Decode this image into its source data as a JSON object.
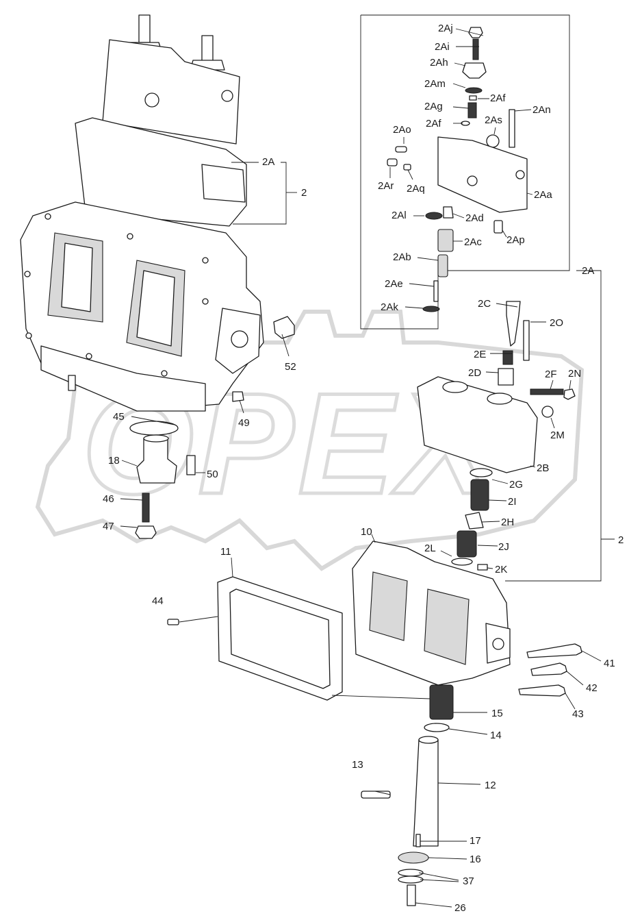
{
  "diagram": {
    "watermark": "OPEX",
    "labels": [
      {
        "id": "2Aj",
        "text": "2Aj"
      },
      {
        "id": "2Ai",
        "text": "2Ai"
      },
      {
        "id": "2Ah",
        "text": "2Ah"
      },
      {
        "id": "2Am",
        "text": "2Am"
      },
      {
        "id": "2Af_top",
        "text": "2Af"
      },
      {
        "id": "2Ag",
        "text": "2Ag"
      },
      {
        "id": "2An",
        "text": "2An"
      },
      {
        "id": "2Af",
        "text": "2Af"
      },
      {
        "id": "2As",
        "text": "2As"
      },
      {
        "id": "2Ao",
        "text": "2Ao"
      },
      {
        "id": "2Ar",
        "text": "2Ar"
      },
      {
        "id": "2Aq",
        "text": "2Aq"
      },
      {
        "id": "2Aa",
        "text": "2Aa"
      },
      {
        "id": "2Al",
        "text": "2Al"
      },
      {
        "id": "2Ad",
        "text": "2Ad"
      },
      {
        "id": "2Ap",
        "text": "2Ap"
      },
      {
        "id": "2Ac",
        "text": "2Ac"
      },
      {
        "id": "2Ab",
        "text": "2Ab"
      },
      {
        "id": "2Ae",
        "text": "2Ae"
      },
      {
        "id": "2Ak",
        "text": "2Ak"
      },
      {
        "id": "2A_right",
        "text": "2A"
      },
      {
        "id": "2A_left",
        "text": "2A"
      },
      {
        "id": "2_left",
        "text": "2"
      },
      {
        "id": "2C",
        "text": "2C"
      },
      {
        "id": "2O",
        "text": "2O"
      },
      {
        "id": "2E",
        "text": "2E"
      },
      {
        "id": "2D",
        "text": "2D"
      },
      {
        "id": "2F",
        "text": "2F"
      },
      {
        "id": "2N",
        "text": "2N"
      },
      {
        "id": "2M",
        "text": "2M"
      },
      {
        "id": "2B",
        "text": "2B"
      },
      {
        "id": "2G",
        "text": "2G"
      },
      {
        "id": "2I",
        "text": "2I"
      },
      {
        "id": "2H",
        "text": "2H"
      },
      {
        "id": "2J",
        "text": "2J"
      },
      {
        "id": "2L",
        "text": "2L"
      },
      {
        "id": "2K",
        "text": "2K"
      },
      {
        "id": "2_right",
        "text": "2"
      },
      {
        "id": "10",
        "text": "10"
      },
      {
        "id": "11",
        "text": "11"
      },
      {
        "id": "44",
        "text": "44"
      },
      {
        "id": "52",
        "text": "52"
      },
      {
        "id": "45",
        "text": "45"
      },
      {
        "id": "49",
        "text": "49"
      },
      {
        "id": "18",
        "text": "18"
      },
      {
        "id": "50",
        "text": "50"
      },
      {
        "id": "46",
        "text": "46"
      },
      {
        "id": "47",
        "text": "47"
      },
      {
        "id": "41",
        "text": "41"
      },
      {
        "id": "42",
        "text": "42"
      },
      {
        "id": "43",
        "text": "43"
      },
      {
        "id": "15",
        "text": "15"
      },
      {
        "id": "14",
        "text": "14"
      },
      {
        "id": "13",
        "text": "13"
      },
      {
        "id": "12",
        "text": "12"
      },
      {
        "id": "17",
        "text": "17"
      },
      {
        "id": "16",
        "text": "16"
      },
      {
        "id": "37",
        "text": "37"
      },
      {
        "id": "26",
        "text": "26"
      }
    ]
  }
}
